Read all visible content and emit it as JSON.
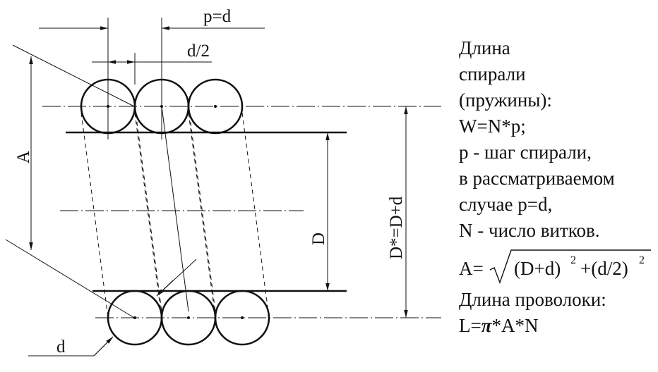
{
  "labels": {
    "pitch": "p=d",
    "half_d": "d/2",
    "axial": "A",
    "inner_diameter": "D",
    "mean_diameter": "D*=D+d",
    "wire": "d"
  },
  "notes": {
    "lines": [
      "Длина",
      "спирали",
      "(пружины):",
      "W=N*p;",
      "p - шаг спирали,",
      "в рассматриваемом",
      "случае p=d,",
      "N - число витков."
    ],
    "formula": {
      "lhs": "A=",
      "term1": "(D+d)",
      "exp1": "2",
      "plus": "+(d/2)",
      "exp2": "2"
    },
    "wire_length_title": "Длина проволоки:",
    "wire_length": {
      "lhs": "L=",
      "pi": "π",
      "rest": "*A*N"
    }
  }
}
